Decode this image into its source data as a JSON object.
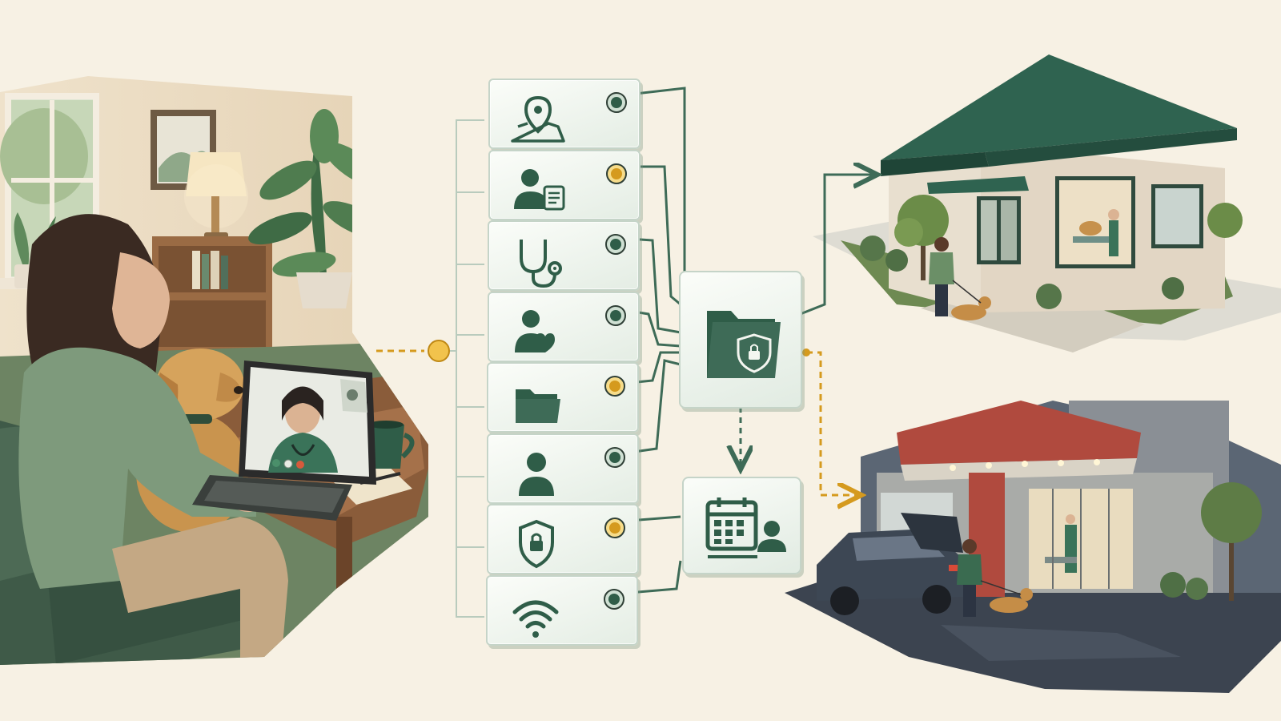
{
  "palette": {
    "background": "#f7f1e4",
    "green_dark": "#2f5d48",
    "green_line": "#3e6b57",
    "gold": "#d59a1e",
    "tile_border": "#c5d4c8"
  },
  "scenes": [
    {
      "id": "home",
      "depicts": "person-at-home-video-call-with-vet"
    },
    {
      "id": "clinic-top",
      "depicts": "primary-care-vet-clinic"
    },
    {
      "id": "clinic-bottom",
      "depicts": "emergency-vet-hospital"
    }
  ],
  "service_tiles": [
    {
      "icon": "map-pin-icon",
      "status": "green"
    },
    {
      "icon": "vet-credential-icon",
      "status": "gold"
    },
    {
      "icon": "stethoscope-icon",
      "status": "green"
    },
    {
      "icon": "patient-care-icon",
      "status": "green"
    },
    {
      "icon": "folder-icon",
      "status": "gold"
    },
    {
      "icon": "user-icon",
      "status": "green"
    },
    {
      "icon": "shield-lock-icon",
      "status": "gold"
    },
    {
      "icon": "wifi-icon",
      "status": "green"
    }
  ],
  "hubs": [
    {
      "icon": "secure-records-folder-icon"
    },
    {
      "icon": "calendar-appointment-icon"
    }
  ],
  "connectors": {
    "home_to_tiles": "gold-dashed",
    "records_to_primary_clinic": "green-solid",
    "records_to_emergency": "gold-dashed",
    "records_to_calendar": "green-dashed"
  }
}
